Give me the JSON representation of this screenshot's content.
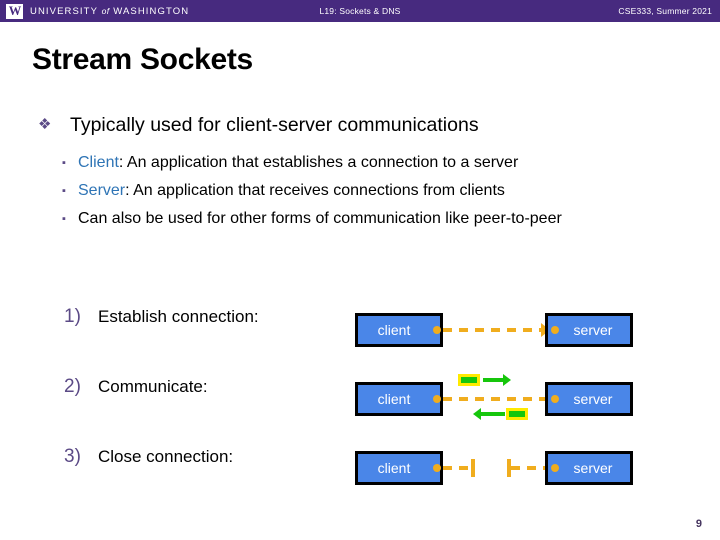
{
  "header": {
    "logo_icon": "uw-w-logo",
    "logo_letter": "W",
    "university_prefix": "UNIVERSITY",
    "university_of": "of",
    "university_suffix": "WASHINGTON",
    "lecture": "L19: Sockets & DNS",
    "course": "CSE333, Summer 2021",
    "bar_color": "#472a7f"
  },
  "slide": {
    "title": "Stream Sockets",
    "page_number": "9"
  },
  "bullets": {
    "level1_marker": "❖",
    "level1_text": "Typically used for client-server communications",
    "level2_marker": "▪",
    "items": [
      {
        "keyword": "Client",
        "rest": ": An application that establishes a connection to a server"
      },
      {
        "keyword": "Server",
        "rest": ": An application that receives connections from clients"
      },
      {
        "keyword": "",
        "rest": "Can also be used for other forms of communication like peer-to-peer"
      }
    ],
    "keyword_color": "#2e74b5",
    "marker_color": "#5b4a86"
  },
  "steps": [
    {
      "number": "1)",
      "label": "Establish connection:"
    },
    {
      "number": "2)",
      "label": "Communicate:"
    },
    {
      "number": "3)",
      "label": "Close connection:"
    }
  ],
  "diagram": {
    "client_label": "client",
    "server_label": "server",
    "box_fill": "#4a86e8",
    "box_border": "#000000",
    "box_text_color": "#ffffff",
    "socket_color": "#f0ad1e",
    "packet_color": "#16c60c",
    "packet_highlight": "#ffea00"
  }
}
